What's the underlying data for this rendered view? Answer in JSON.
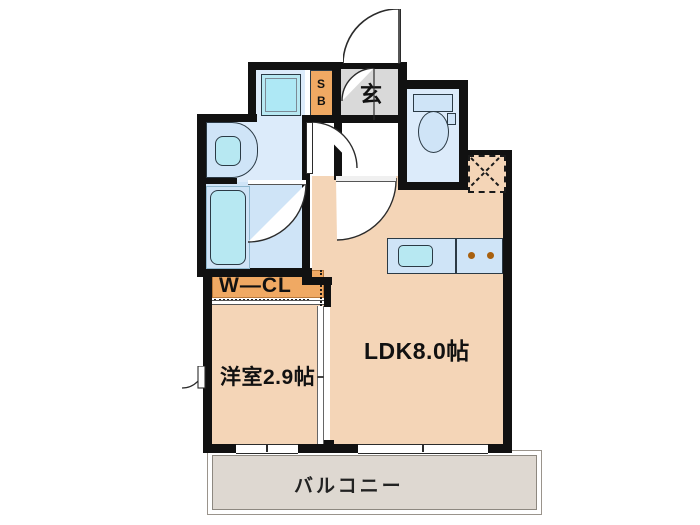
{
  "plan": {
    "type": "japanese-apartment-floorplan",
    "layout_code": "1LDK",
    "rooms": [
      {
        "id": "ldk",
        "label": "LDK8.0帖",
        "size_jo": 8.0,
        "kind": "living-dining-kitchen"
      },
      {
        "id": "bedroom",
        "label": "洋室2.9帖",
        "size_jo": 2.9,
        "kind": "western-room"
      },
      {
        "id": "balcony",
        "label": "バルコニー",
        "kind": "balcony"
      },
      {
        "id": "closet",
        "label": "W—CL",
        "kind": "walk-in-closet"
      },
      {
        "id": "entrance",
        "label": "玄",
        "kind": "entrance-genkan"
      },
      {
        "id": "shoebox",
        "label_line1": "S",
        "label_line2": "B",
        "kind": "shoe-box"
      }
    ],
    "fixtures": [
      {
        "id": "bathtub",
        "name": "bathtub"
      },
      {
        "id": "washbasin",
        "name": "wash-basin-vanity"
      },
      {
        "id": "toilet",
        "name": "toilet"
      },
      {
        "id": "washer-space",
        "name": "washing-machine-space"
      },
      {
        "id": "kitchen-sink",
        "name": "kitchen-sink"
      },
      {
        "id": "stove",
        "name": "gas-stove-two-burner"
      },
      {
        "id": "pipe-shaft",
        "name": "pipe-shaft-ps"
      }
    ],
    "colors": {
      "floor": "#f4d5b7",
      "wet_area": "#dcebfa",
      "closet": "#f0a963",
      "balcony": "#ded8d1",
      "genkan": "#d9d9d9",
      "wall": "#111111",
      "fixture_outline": "#2b3a45",
      "tub_water": "#b7e8f2"
    }
  }
}
